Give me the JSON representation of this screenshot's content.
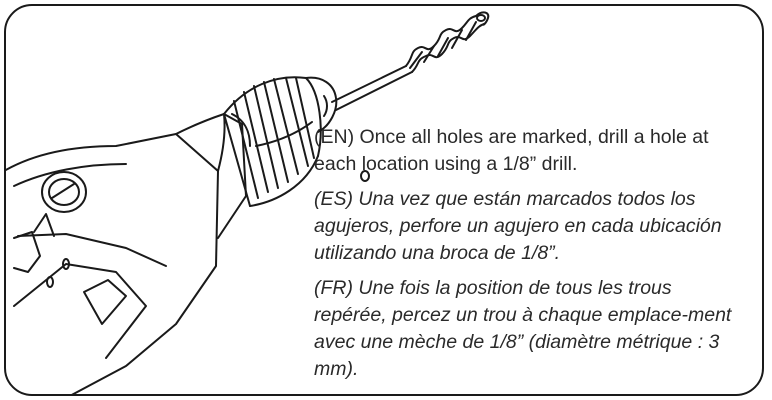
{
  "instructions": {
    "en": "(EN) Once all holes are marked, drill a hole at each location using a 1/8” drill.",
    "es": "(ES) Una vez que están marcados todos los agujeros, perfore un agujero en cada ubicación utilizando una broca de 1/8”.",
    "fr": "(FR) Une fois la position de tous les trous repérée, percez un trou à chaque emplace-ment avec une mèche de 1/8” (diamètre métrique : 3  mm)."
  },
  "illustration": {
    "subject": "drill-with-bit",
    "stroke_color": "#1a1a1a"
  }
}
